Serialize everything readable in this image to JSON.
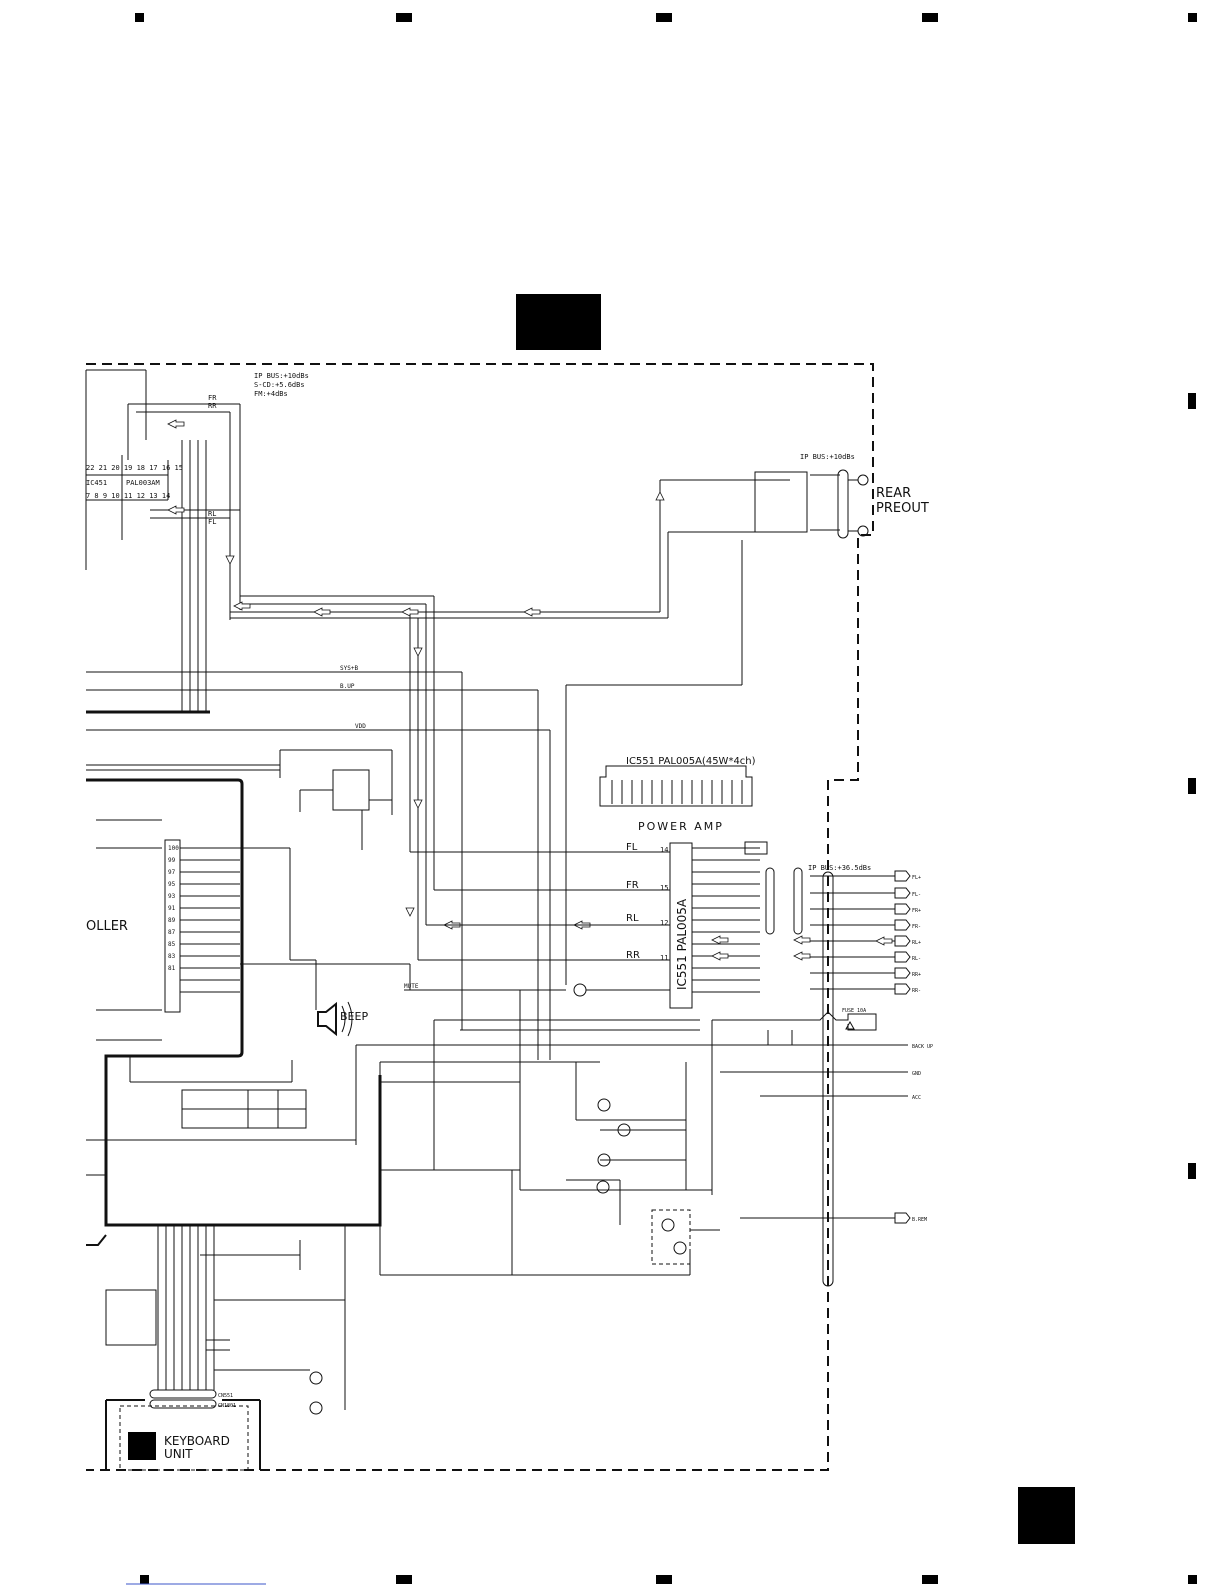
{
  "labels": {
    "ip_bus_levels": [
      "IP BUS:+10dBs",
      "S-CD:+5.6dBs",
      "FM:+4dBs"
    ],
    "ip_bus_rear": "IP BUS:+10dBs",
    "ip_bus_power": "IP BUS:+36.5dBs",
    "rear_preout": [
      "REAR",
      "PREOUT"
    ],
    "ic451": "IC451",
    "ic451_part": "PAL003AM",
    "ic551_title": "IC551  PAL005A(45W*4ch)",
    "ic551_body": "IC551 PAL005A",
    "power_amp": "POWER AMP",
    "controller": "OLLER",
    "beep": "BEEP",
    "keyboard_unit": [
      "KEYBOARD",
      "UNIT"
    ],
    "cn551": "CN551",
    "cn1801": "CN1801",
    "fuse": "FUSE 10A",
    "bus_lines": [
      "SYS+B",
      "B.UP",
      "VDD"
    ],
    "mute": "MUTE",
    "channels": [
      "FL",
      "FR",
      "RL",
      "RR"
    ],
    "connector_right": [
      "FL+",
      "FL-",
      "FR+",
      "FR-",
      "RL+",
      "RL-",
      "RR+",
      "RR-"
    ],
    "power_lines": [
      "BACK UP",
      "GND",
      "ACC",
      "B.REM"
    ],
    "signal_fr": "FR",
    "signal_rr": "RR",
    "signal_rl": "RL",
    "signal_fl": "FL"
  }
}
